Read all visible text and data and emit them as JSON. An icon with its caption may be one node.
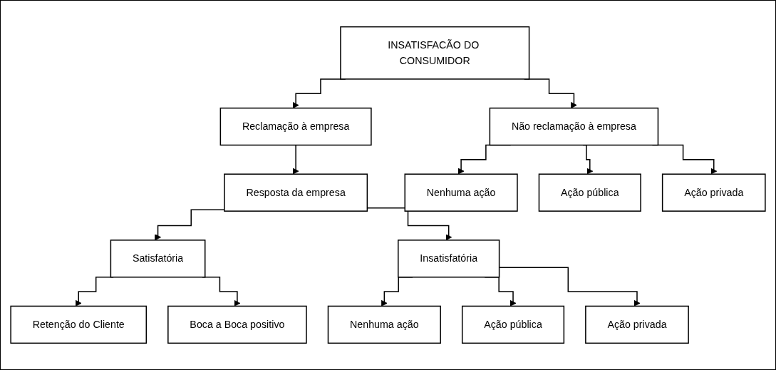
{
  "diagram": {
    "nodes": [
      {
        "text": [
          "INSATISFACÃO DO CONSUMIDOR"
        ]
      },
      {
        "text": [
          "Reclamação à empresa"
        ]
      },
      {
        "text": [
          "Não reclamação à empresa"
        ]
      },
      {
        "text": [
          "Resposta da empresa"
        ]
      },
      {
        "text": [
          "Nenhuma ação"
        ]
      },
      {
        "text": [
          "Ação pública"
        ]
      },
      {
        "text": [
          "Ação privada"
        ]
      },
      {
        "text": [
          "Satisfatória"
        ]
      },
      {
        "text": [
          "Insatisfatória"
        ]
      },
      {
        "text": [
          "Retenção do Cliente"
        ]
      },
      {
        "text": [
          "Boca a Boca positivo"
        ]
      },
      {
        "text": [
          "Nenhuma ação"
        ]
      },
      {
        "text": [
          "Ação pública"
        ]
      },
      {
        "text": [
          "Ação privada"
        ]
      }
    ],
    "edges": [
      {
        "from": 0,
        "to": 1,
        "arrow": "to"
      },
      {
        "from": 0,
        "to": 2,
        "arrow": "to"
      },
      {
        "from": 1,
        "to": 3,
        "arrow": "to"
      },
      {
        "from": 2,
        "to": 4,
        "arrow": "to"
      },
      {
        "from": 2,
        "to": 5,
        "arrow": "to"
      },
      {
        "from": 2,
        "to": 6,
        "arrow": "to"
      },
      {
        "from": 3,
        "to": 7,
        "arrow": "to"
      },
      {
        "from": 3,
        "to": 8,
        "arrow": "to"
      },
      {
        "from": 7,
        "to": 9,
        "arrow": "to"
      },
      {
        "from": 7,
        "to": 10,
        "arrow": "to"
      },
      {
        "from": 8,
        "to": 11,
        "arrow": "to"
      },
      {
        "from": 8,
        "to": 12,
        "arrow": "to"
      },
      {
        "from": 8,
        "to": 13,
        "arrow": "to"
      }
    ]
  }
}
